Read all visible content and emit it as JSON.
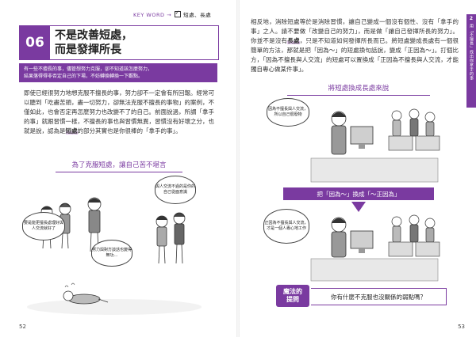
{
  "left": {
    "keyword_label": "KEY WORD",
    "keyword_arrow": "→",
    "keyword_term": "短處、長處",
    "number": "06",
    "title_line1": "不是改善短處，",
    "title_line2": "而是發揮所長",
    "lead_line1": "有一些不擅長的事，儘管想努力克服，卻不知道該怎麼努力，",
    "lead_line2": "結果落得得非否定自己的下場，不妨轉換轉換一下觀點。",
    "body_p1": "即使已經很努力地想克服不擅長的事，努力卻不一定會有所回報。經常可以聽到「吃盡苦頭，盡一切努力，卻無法克服不擅長的事物」的案例，不僅如此，也會否定再怎麼努力也改變不了的自己。前面說過，所謂「拿手的事」就跟習慣一樣，不擅長的事也與習慣無異，習慣沒有好壞之分，也就是說，認為是",
    "body_emph": "短處",
    "body_p2": "的部分其實也是你很棒的「拿手的事」。",
    "subhead": "為了克服短處，讓自己苦不堪言",
    "bubble_a": "與人交流不過的是你的自己從面意識",
    "bubble_b": "要是能更擅長處理好與人交流就好了",
    "bubble_c": "努力與對方談話也變得無功…",
    "page_number": "52"
  },
  "right": {
    "side_tab_number": "2",
    "side_tab_text": "用「不擅長」找出你拿手的事",
    "body_p1": "相反地，消除短處等於是消除習慣，讓自己變成一個沒有個性、沒有「拿手的事」之人。請不要做「改變自己的努力」，而是做「讓自己發揮所長的努力」。你並不是沒有",
    "body_emph": "長處",
    "body_p2": "，只是不知道如何發揮所長而已。將短處變成長處有一個很簡單的方法，那就是把「因為～」的短處換句話說，變成「正因為～」。打個比方，「因為不擅長與人交流」的短處可以置換成「正因為不擅長與人交流，才能獨自專心做某件事」。",
    "subhead": "將短處換成長處來說",
    "bubble_top": "因為不擅長與人交流，所以自己很廢物",
    "transform_text": "把「因為～」換成「～正因為」",
    "bubble_bottom": "正因為不擅長與人交流，才是一個人專心地工作",
    "question_badge_line1": "魔法的",
    "question_badge_line2": "提問",
    "question_text": "你有什麼不克服也沒關係的弱點嗎？",
    "page_number": "53"
  },
  "colors": {
    "accent": "#7a3aa0",
    "highlight": "#e6cdf0"
  }
}
